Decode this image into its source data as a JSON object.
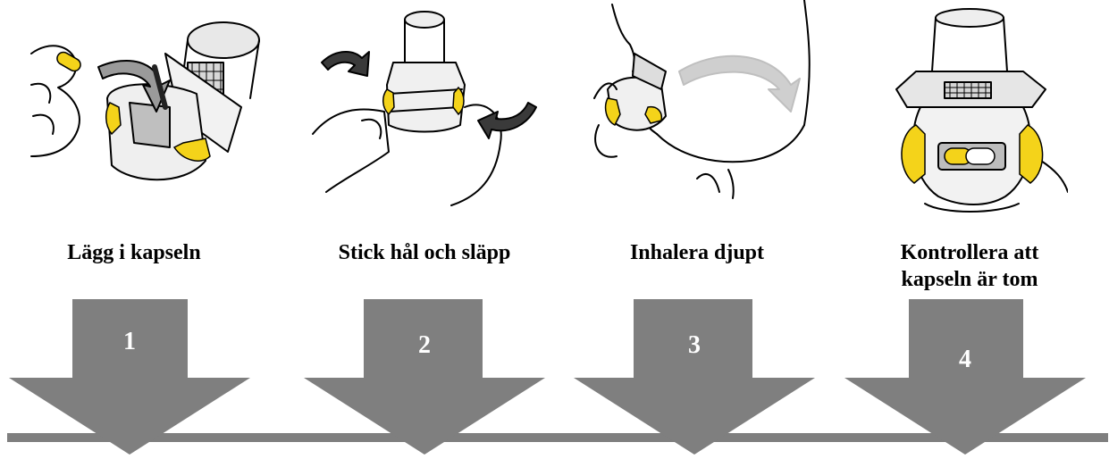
{
  "colors": {
    "arrow": "#7f7f7f",
    "arrow_text": "#ffffff",
    "accent_yellow": "#f4d31a",
    "line": "#7f7f7f",
    "label_text": "#000000"
  },
  "steps": [
    {
      "number": "1",
      "label": "Lägg i kapseln",
      "icon": "insert-capsule-illustration"
    },
    {
      "number": "2",
      "label": "Stick hål och släpp",
      "icon": "pierce-capsule-illustration"
    },
    {
      "number": "3",
      "label": "Inhalera djupt",
      "icon": "inhale-illustration"
    },
    {
      "number": "4",
      "label": "Kontrollera att\nkapseln är tom",
      "icon": "check-capsule-illustration"
    }
  ]
}
